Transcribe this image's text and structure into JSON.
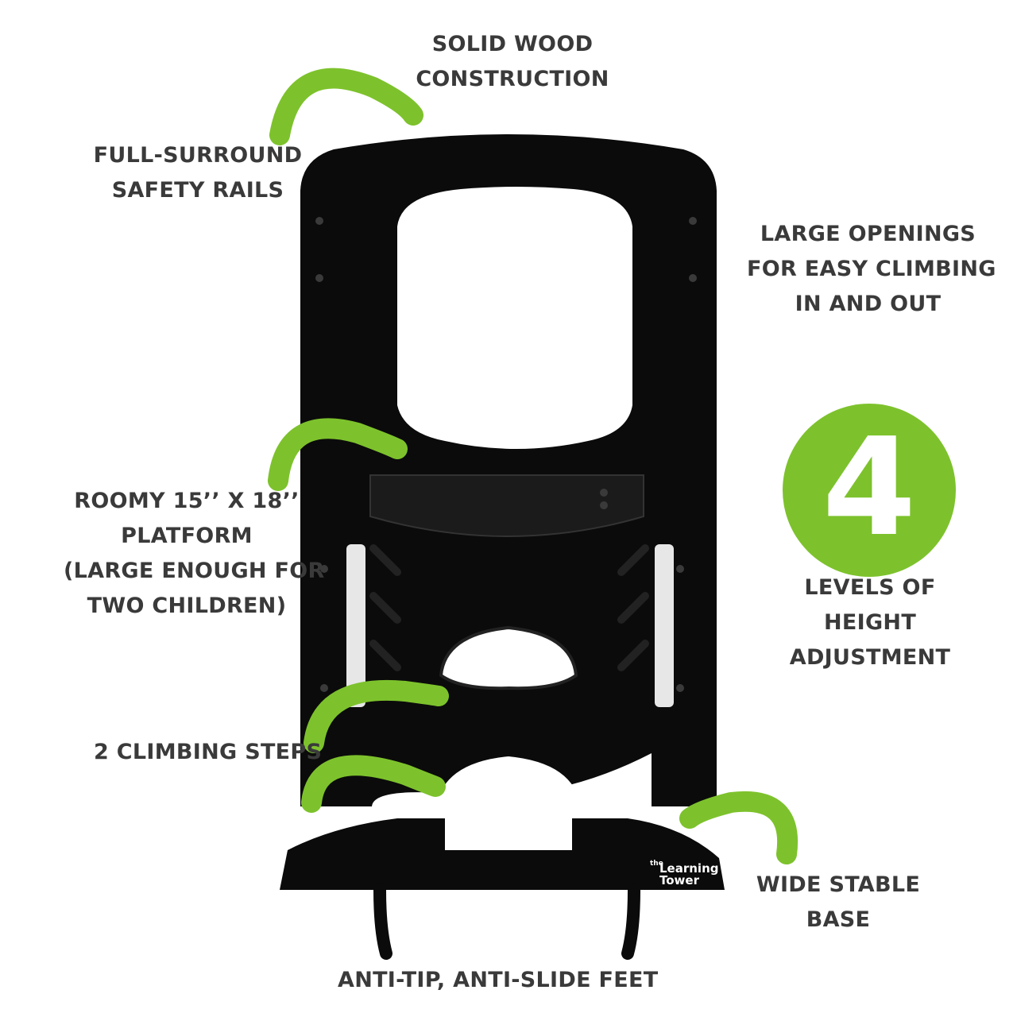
{
  "colors": {
    "accent": "#7dc22c",
    "text": "#3a3a3a",
    "tower": "#0b0b0b"
  },
  "callouts": {
    "solid_wood": [
      "SOLID WOOD",
      "CONSTRUCTION"
    ],
    "safety_rails": [
      "FULL-SURROUND",
      "SAFETY RAILS"
    ],
    "large_openings": [
      "LARGE OPENINGS",
      "FOR EASY CLIMBING",
      "IN AND OUT"
    ],
    "platform": [
      "ROOMY 15’’ X 18’’",
      "PLATFORM",
      "(LARGE ENOUGH FOR",
      "TWO CHILDREN)"
    ],
    "levels": [
      "LEVELS OF",
      "HEIGHT",
      "ADJUSTMENT"
    ],
    "steps": [
      "2 CLIMBING STEPS"
    ],
    "base": [
      "WIDE STABLE",
      "BASE"
    ],
    "feet": [
      "ANTI-TIP, ANTI-SLIDE FEET"
    ]
  },
  "badge": {
    "number": "4"
  },
  "brand": {
    "small": "the",
    "line1": "Learning",
    "line2": "Tower"
  },
  "icons": [
    "curved-arrow-icon"
  ]
}
